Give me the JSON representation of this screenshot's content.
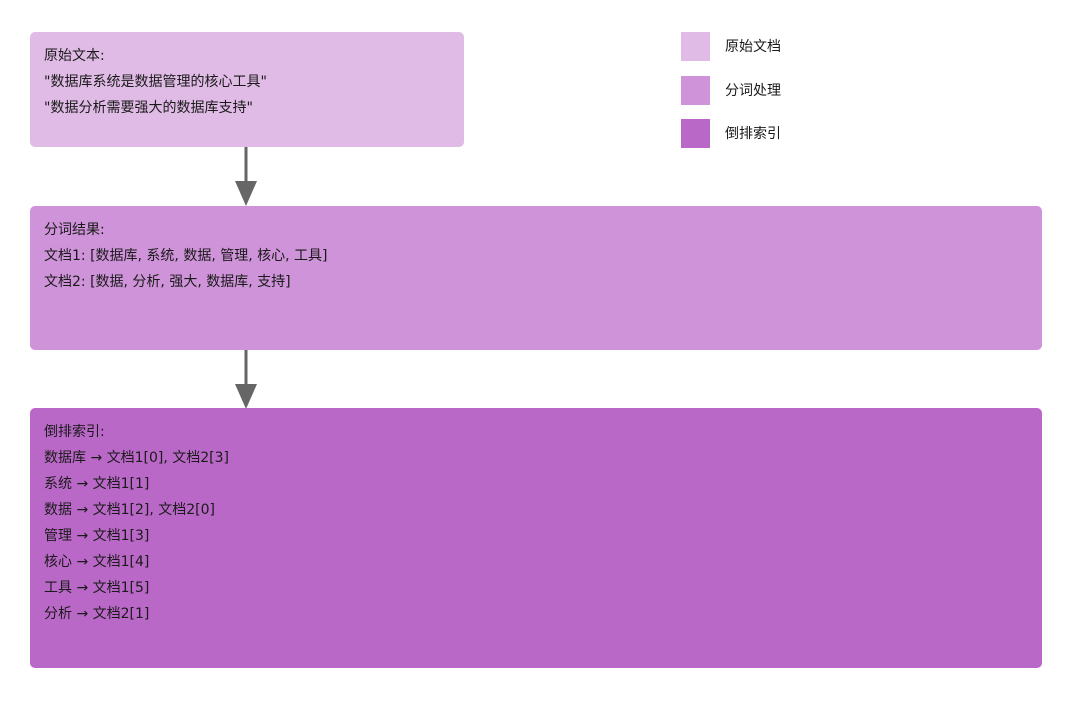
{
  "colors": {
    "original": "#e0bbe6",
    "tokenized": "#ce93d8",
    "inverted": "#ba68c8",
    "arrow": "#666666"
  },
  "original_box": {
    "lines": [
      "原始文本:",
      "\"数据库系统是数据管理的核心工具\"",
      "\"数据分析需要强大的数据库支持\""
    ]
  },
  "tokenized_box": {
    "lines": [
      "分词结果:",
      "文档1: [数据库, 系统, 数据, 管理, 核心, 工具]",
      "文档2: [数据, 分析, 强大, 数据库, 支持]"
    ]
  },
  "inverted_box": {
    "lines": [
      "倒排索引:",
      "数据库 → 文档1[0], 文档2[3]",
      "系统 → 文档1[1]",
      "数据 → 文档1[2], 文档2[0]",
      "管理 → 文档1[3]",
      "核心 → 文档1[4]",
      "工具 → 文档1[5]",
      "分析 → 文档2[1]"
    ]
  },
  "legend": [
    {
      "label": "原始文档",
      "color": "#e0bbe6"
    },
    {
      "label": "分词处理",
      "color": "#ce93d8"
    },
    {
      "label": "倒排索引",
      "color": "#ba68c8"
    }
  ]
}
